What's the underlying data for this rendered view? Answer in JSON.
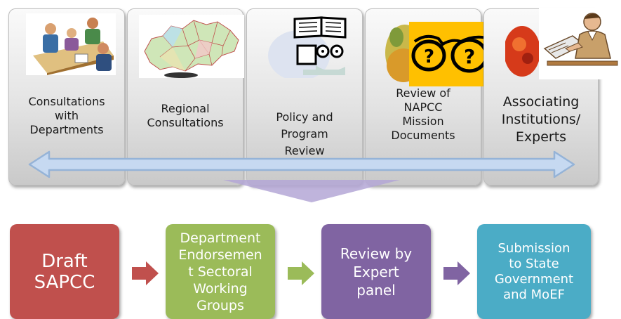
{
  "inputs": [
    {
      "label": "Consultations\nwith\nDepartments",
      "icon": "meeting-clipart-icon"
    },
    {
      "label": "Regional\nConsultations",
      "icon": "state-map-icon"
    },
    {
      "label": "Policy and\nProgram\nReview",
      "icon": "reading-book-icon"
    },
    {
      "label": "Review of\nNAPCC\nMission\nDocuments",
      "icon": "glasses-question-icon"
    },
    {
      "label": "Associating\nInstitutions/\nExperts",
      "icon": "expert-at-desk-icon"
    }
  ],
  "process": [
    {
      "label": "Draft\nSAPCC",
      "color": "#c0504d"
    },
    {
      "label": "Department\nEndorsemen\nt Sectoral\nWorking\nGroups",
      "color": "#9bbb59"
    },
    {
      "label": "Review by\nExpert\npanel",
      "color": "#8064a2"
    },
    {
      "label": "Submission\nto  State\nGovernment\nand MoEF",
      "color": "#4bacc6"
    }
  ],
  "colors": {
    "double_arrow_fill": "#c6d9f1",
    "double_arrow_stroke": "#95b3d7",
    "funnel": "#b4a7d6"
  }
}
